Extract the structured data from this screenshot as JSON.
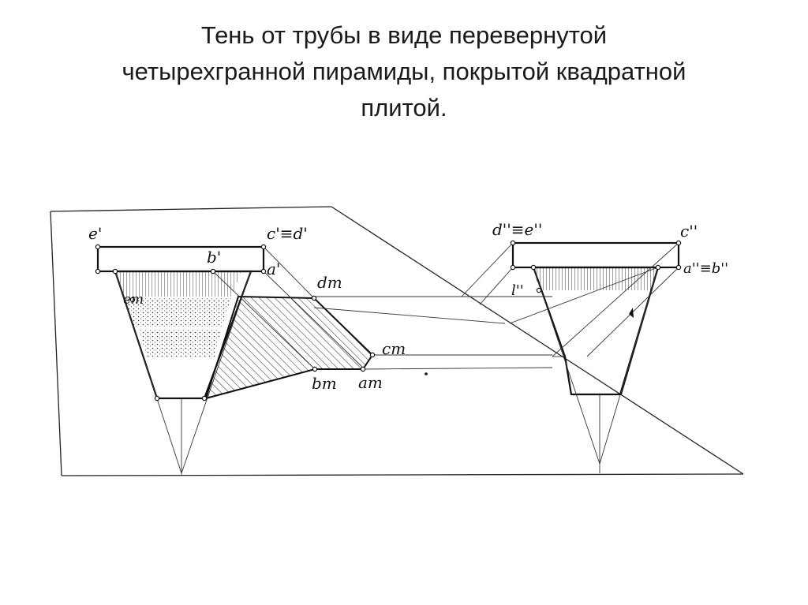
{
  "slide": {
    "title_lines": [
      "Тень от трубы в виде перевернутой",
      "четырехгранной пирамиды, покрытой квадратной",
      "плитой."
    ]
  },
  "drawing": {
    "labels": {
      "e_front": "e'",
      "cd_front": "c'≡d'",
      "b_front": "b'",
      "a_front": "a'",
      "e_shadow": "eт",
      "d_shadow": "dт",
      "c_shadow": "cт",
      "b_shadow": "bт",
      "a_shadow": "aт",
      "de_side": "d''≡e''",
      "c_side": "c''",
      "ab_side": "a''≡b''",
      "l_side": "l''"
    }
  }
}
